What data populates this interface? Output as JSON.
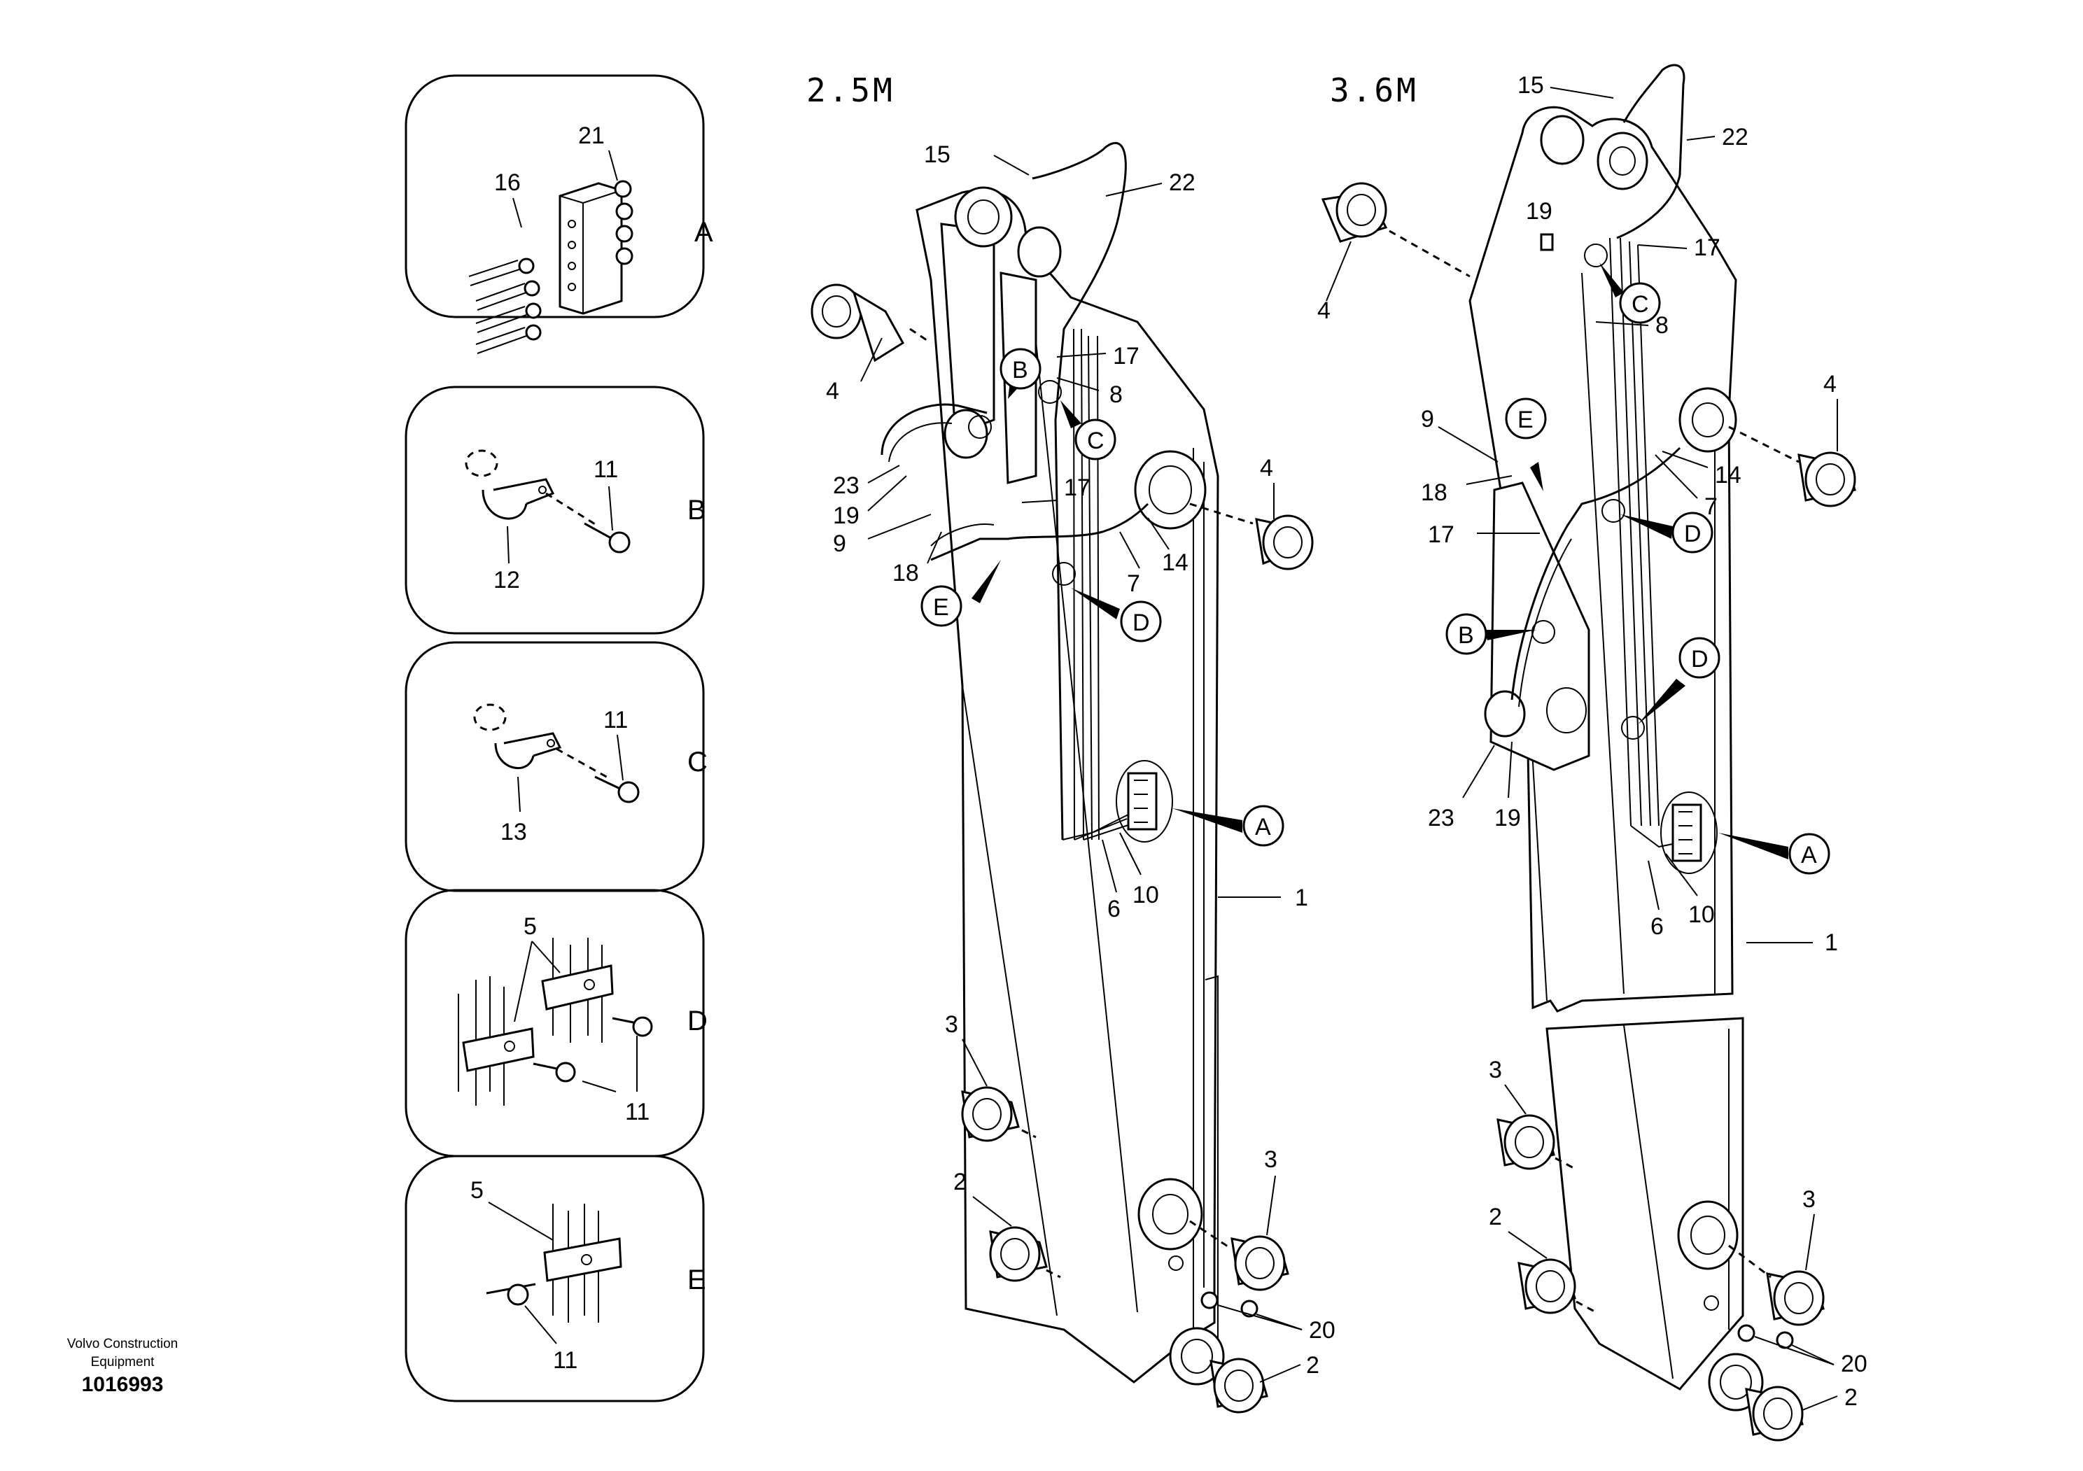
{
  "diagram": {
    "variants": [
      {
        "title": "2.5M"
      },
      {
        "title": "3.6M"
      }
    ],
    "detail_panels": [
      {
        "letter": "A",
        "parts": [
          "21",
          "16"
        ]
      },
      {
        "letter": "B",
        "parts": [
          "11",
          "12"
        ]
      },
      {
        "letter": "C",
        "parts": [
          "11",
          "13"
        ]
      },
      {
        "letter": "D",
        "parts": [
          "5",
          "11"
        ]
      },
      {
        "letter": "E",
        "parts": [
          "5",
          "11"
        ]
      }
    ],
    "callouts_left": [
      "A",
      "B",
      "C",
      "D",
      "E"
    ],
    "callouts_right": [
      "A",
      "B",
      "C",
      "D",
      "E"
    ],
    "part_labels_left": [
      "15",
      "22",
      "4",
      "17",
      "8",
      "23",
      "19",
      "9",
      "17",
      "18",
      "7",
      "14",
      "4",
      "6",
      "10",
      "1",
      "3",
      "3",
      "2",
      "20",
      "2"
    ],
    "part_labels_right": [
      "15",
      "22",
      "19",
      "17",
      "4",
      "8",
      "9",
      "18",
      "17",
      "14",
      "7",
      "4",
      "23",
      "19",
      "6",
      "10",
      "1",
      "3",
      "2",
      "3",
      "20",
      "2"
    ]
  },
  "footer": {
    "organization_line1": "Volvo Construction",
    "organization_line2": "Equipment",
    "drawing_number": "1016993"
  }
}
